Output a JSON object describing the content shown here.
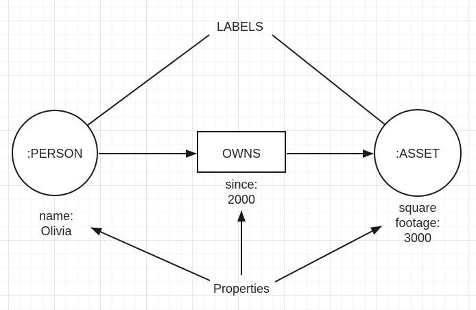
{
  "canvas": {
    "background_color": "#ffffff",
    "grid_minor_color": "#f4f4f4",
    "grid_major_color": "#e8e8e8",
    "stroke_color": "#1a1a1a",
    "text_color": "#262626"
  },
  "annotations": {
    "labels_title": "LABELS",
    "properties_title": "Properties"
  },
  "nodes": {
    "person": {
      "label": ":PERSON"
    },
    "asset": {
      "label": ":ASSET"
    }
  },
  "relationship": {
    "label": "OWNS"
  },
  "properties": {
    "owns_since": {
      "line1": "since:",
      "line2": "2000"
    },
    "person_name": {
      "line1": "name:",
      "line2": "Olivia"
    },
    "asset_square_footage": {
      "line1": "square",
      "line2": "footage:",
      "line3": "3000"
    }
  }
}
